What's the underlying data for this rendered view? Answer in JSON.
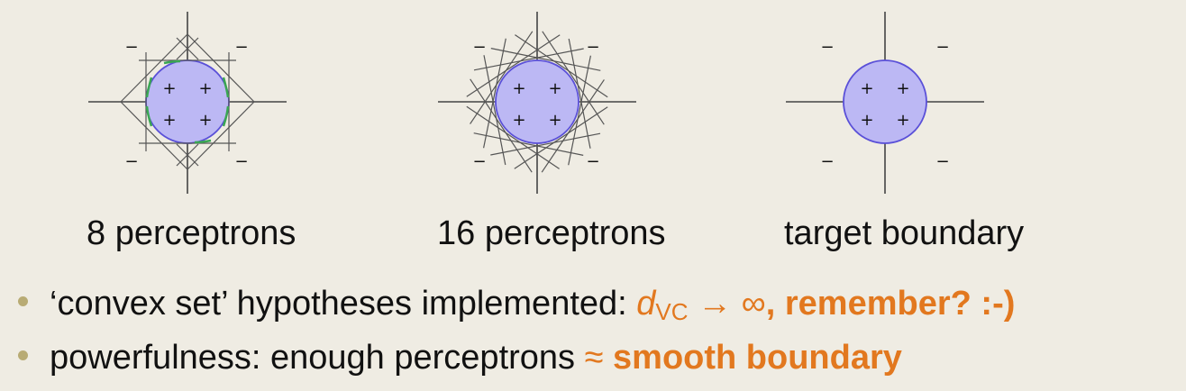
{
  "figures": [
    {
      "caption": "8 perceptrons",
      "signs_inside": [
        "+",
        "+",
        "+",
        "+"
      ],
      "signs_outside": [
        "−",
        "−",
        "−",
        "−"
      ],
      "perceptron_count": 8,
      "colors": {
        "circle_fill": "#bcb8f4",
        "circle_stroke": "#5a50d8",
        "lines": "#444444",
        "green_arcs": "#3aa653"
      }
    },
    {
      "caption": "16 perceptrons",
      "signs_inside": [
        "+",
        "+",
        "+",
        "+"
      ],
      "signs_outside": [
        "−",
        "−",
        "−",
        "−"
      ],
      "perceptron_count": 16,
      "colors": {
        "circle_fill": "#bcb8f4",
        "circle_stroke": "#5a50d8",
        "lines": "#444444"
      }
    },
    {
      "caption": "target boundary",
      "signs_inside": [
        "+",
        "+",
        "+",
        "+"
      ],
      "signs_outside": [
        "−",
        "−",
        "−",
        "−"
      ],
      "colors": {
        "circle_fill": "#bcb8f4",
        "circle_stroke": "#5a50d8"
      }
    }
  ],
  "bullets": [
    {
      "text": "‘convex set’ hypotheses implemented: ",
      "math_symbol": "d",
      "math_subscript": "VC",
      "arrow": " → ∞",
      "highlight": ", remember? :-)"
    },
    {
      "text": "powerfulness: enough perceptrons ",
      "approx": "≈",
      "highlight": " smooth boundary"
    }
  ],
  "colors": {
    "accent": "#e2781f",
    "background": "#efece3",
    "bullet": "#b8ab74"
  }
}
